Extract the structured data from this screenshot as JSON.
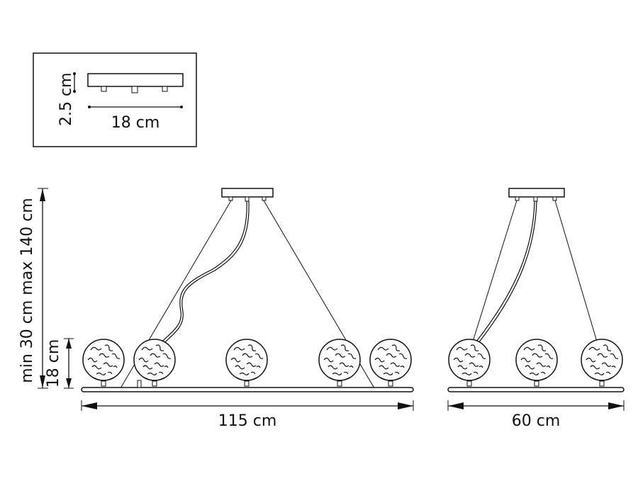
{
  "inset": {
    "height_label": "2.5 cm",
    "width_label": "18 cm"
  },
  "front_view": {
    "width_label": "115 cm",
    "shade_height_label": "18 cm",
    "drop_label": "min 30 cm max 140 cm"
  },
  "side_view": {
    "width_label": "60 cm"
  },
  "colors": {
    "line": "#111111",
    "background": "#ffffff"
  }
}
